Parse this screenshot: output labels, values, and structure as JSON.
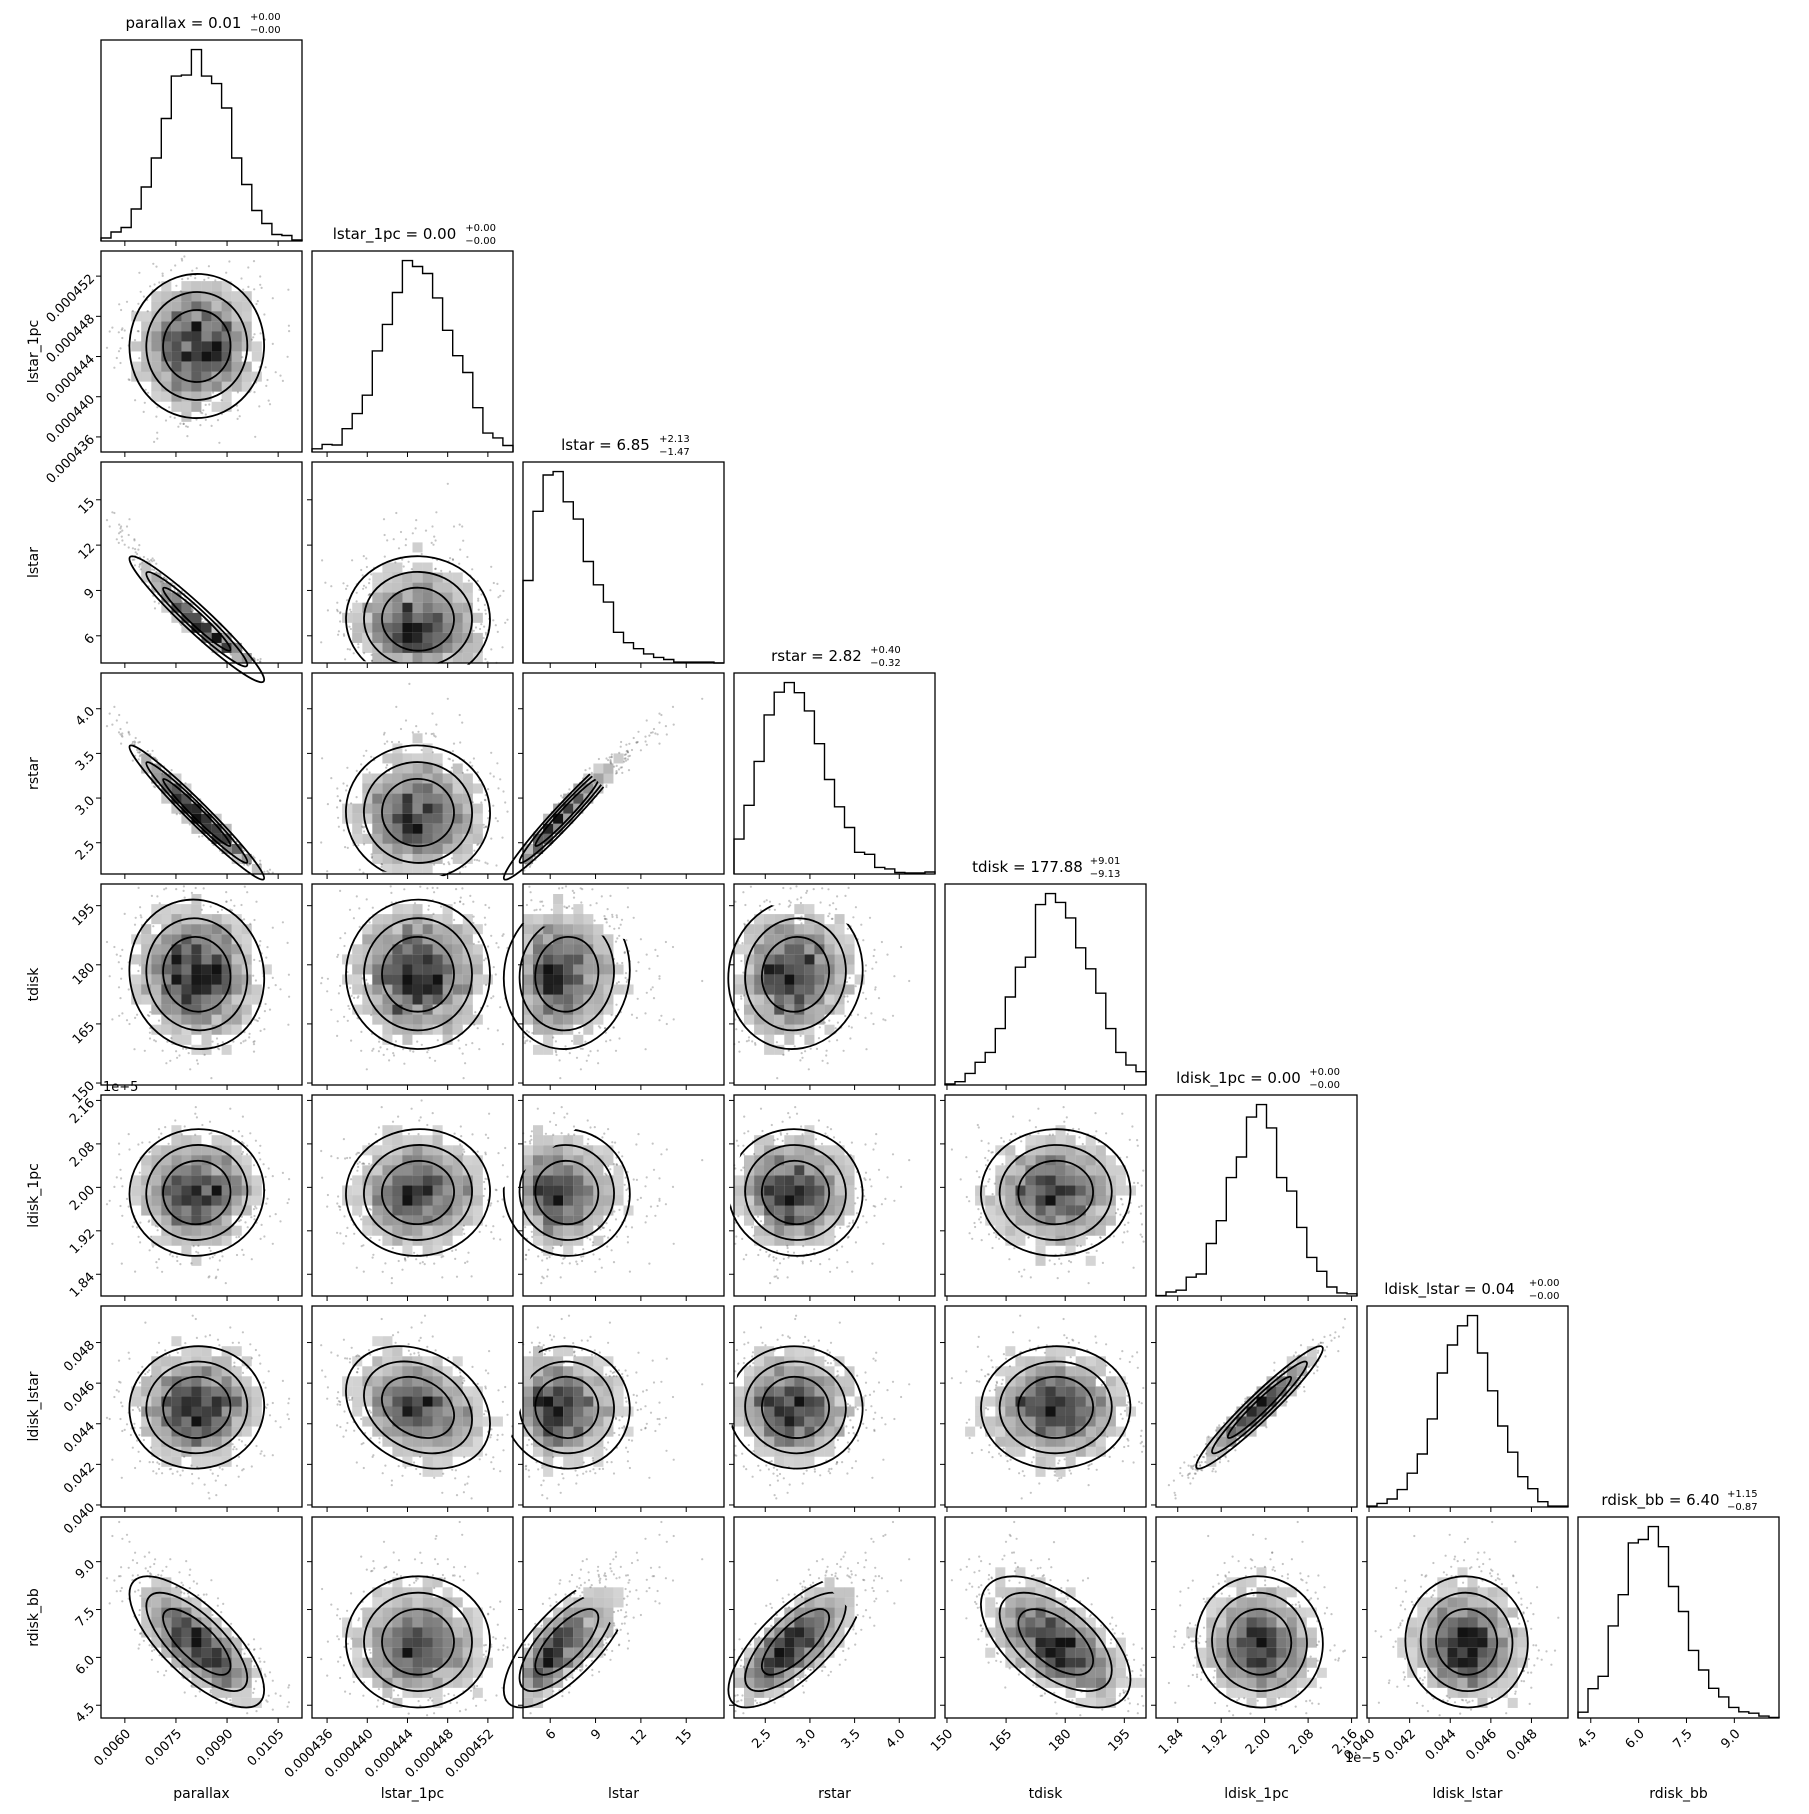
{
  "chart_data": {
    "type": "corner",
    "parameters": [
      {
        "name": "parallax",
        "xlabel": "parallax",
        "ylabel": "",
        "title": "parallax = 0.01",
        "title_sup": "+0.00",
        "title_sub": "−0.00",
        "range": [
          0.0053,
          0.0112
        ],
        "median": 0.0081,
        "sd": 0.00095,
        "ticks": [
          0.006,
          0.0075,
          0.009,
          0.0105
        ],
        "ticklabels": [
          "0.0060",
          "0.0075",
          "0.0090",
          "0.0105"
        ],
        "offset_label": ""
      },
      {
        "name": "lstar_1pc",
        "xlabel": "lstar_1pc",
        "ylabel": "lstar_1pc",
        "title": "lstar_1pc = 0.00",
        "title_sup": "+0.00",
        "title_sub": "−0.00",
        "range": [
          0.0004345,
          0.0004545
        ],
        "median": 0.000445,
        "sd": 3.5e-06,
        "ticks": [
          0.000436,
          0.00044,
          0.000444,
          0.000448,
          0.000452
        ],
        "ticklabels": [
          "0.000436",
          "0.000440",
          "0.000444",
          "0.000448",
          "0.000452"
        ],
        "offset_label": ""
      },
      {
        "name": "lstar",
        "xlabel": "lstar",
        "ylabel": "lstar",
        "title": "lstar = 6.85",
        "title_sup": "+2.13",
        "title_sub": "−1.47",
        "range": [
          4.2,
          17.5
        ],
        "median": 6.85,
        "sd": 1.9,
        "ticks": [
          6,
          9,
          12,
          15
        ],
        "ticklabels": [
          "6",
          "9",
          "12",
          "15"
        ],
        "offset_label": ""
      },
      {
        "name": "rstar",
        "xlabel": "rstar",
        "ylabel": "rstar",
        "title": "rstar = 2.82",
        "title_sup": "+0.40",
        "title_sub": "−0.32",
        "range": [
          2.15,
          4.4
        ],
        "median": 2.82,
        "sd": 0.36,
        "ticks": [
          2.5,
          3.0,
          3.5,
          4.0
        ],
        "ticklabels": [
          "2.5",
          "3.0",
          "3.5",
          "4.0"
        ],
        "offset_label": ""
      },
      {
        "name": "tdisk",
        "xlabel": "tdisk",
        "ylabel": "tdisk",
        "title": "tdisk = 177.88",
        "title_sup": "+9.01",
        "title_sub": "−9.13",
        "range": [
          149.5,
          200.5
        ],
        "median": 177.88,
        "sd": 9.0,
        "ticks": [
          150,
          165,
          180,
          195
        ],
        "ticklabels": [
          "150",
          "165",
          "180",
          "195"
        ],
        "offset_label": ""
      },
      {
        "name": "ldisk_1pc",
        "xlabel": "ldisk_1pc",
        "ylabel": "ldisk_1pc",
        "title": "ldisk_1pc = 0.00",
        "title_sup": "+0.00",
        "title_sub": "−0.00",
        "range": [
          1.8e-05,
          2.17e-05
        ],
        "median": 1.99e-05,
        "sd": 5.5e-07,
        "ticks": [
          1.84e-05,
          1.92e-05,
          2e-05,
          2.08e-05,
          2.16e-05
        ],
        "ticklabels": [
          "1.84",
          "1.92",
          "2.00",
          "2.08",
          "2.16"
        ],
        "offset_label": "1e−5"
      },
      {
        "name": "ldisk_lstar",
        "xlabel": "ldisk_lstar",
        "ylabel": "ldisk_lstar",
        "title": "ldisk_lstar = 0.04",
        "title_sup": "+0.00",
        "title_sub": "−0.00",
        "range": [
          0.0399,
          0.0498
        ],
        "median": 0.0448,
        "sd": 0.0014,
        "ticks": [
          0.04,
          0.042,
          0.044,
          0.046,
          0.048
        ],
        "ticklabels": [
          "0.040",
          "0.042",
          "0.044",
          "0.046",
          "0.048"
        ],
        "offset_label": ""
      },
      {
        "name": "rdisk_bb",
        "xlabel": "rdisk_bb",
        "ylabel": "rdisk_bb",
        "title": "rdisk_bb = 6.40",
        "title_sup": "+1.15",
        "title_sub": "−0.87",
        "range": [
          4.1,
          10.4
        ],
        "median": 6.4,
        "sd": 1.0,
        "ticks": [
          4.5,
          6.0,
          7.5,
          9.0
        ],
        "ticklabels": [
          "4.5",
          "6.0",
          "7.5",
          "9.0"
        ],
        "offset_label": ""
      }
    ],
    "correlations": [
      [
        1,
        0,
        -0.98,
        -0.98,
        0,
        0,
        0,
        -0.75
      ],
      [
        0,
        1,
        0,
        0,
        0,
        0,
        -0.3,
        0
      ],
      [
        -0.98,
        0,
        1,
        0.98,
        0,
        0,
        0,
        0.75
      ],
      [
        -0.98,
        0,
        0.98,
        1,
        0,
        0,
        0,
        0.75
      ],
      [
        0,
        0,
        0,
        0,
        1,
        0,
        0,
        -0.6
      ],
      [
        0,
        0,
        0,
        0,
        0,
        1,
        0.98,
        0
      ],
      [
        0,
        -0.3,
        0,
        0,
        0,
        0.98,
        1,
        0
      ],
      [
        -0.75,
        0,
        0.75,
        0.75,
        -0.6,
        0,
        0,
        1
      ]
    ],
    "skewed_parameters": [
      "lstar",
      "rstar",
      "rdisk_bb"
    ],
    "histogram_bins": 20,
    "contour_levels_sigma": [
      1,
      1.5,
      2
    ],
    "colors": {
      "density": "#000000",
      "contour": "#000000",
      "samples": "#555555"
    }
  }
}
